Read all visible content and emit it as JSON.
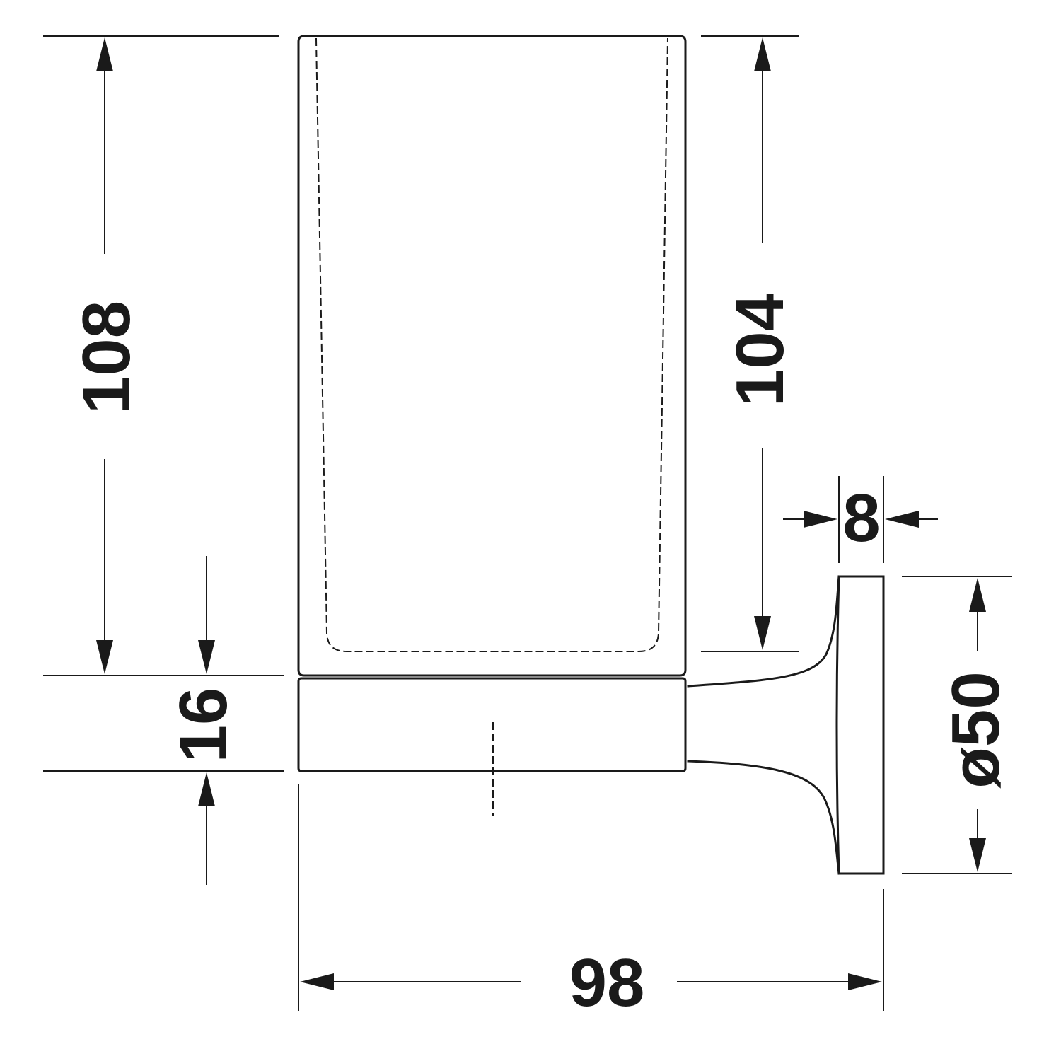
{
  "dimensions": {
    "overall_height": "108",
    "glass_height": "104",
    "holder_thickness": "16",
    "rosette_depth": "8",
    "rosette_diameter": "ø50",
    "overall_depth": "98"
  },
  "colors": {
    "line": "#1a1a1a",
    "background": "#ffffff"
  }
}
